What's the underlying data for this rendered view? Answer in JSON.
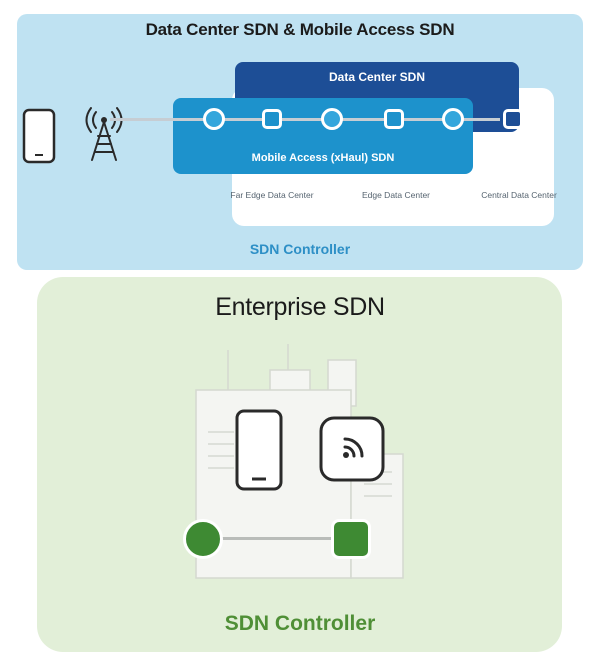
{
  "top": {
    "title": "Data Center SDN & Mobile Access SDN",
    "dc_label": "Data Center SDN",
    "ma_label": "Mobile Access (xHaul) SDN",
    "sites": [
      "Far Edge Data Center",
      "Edge Data Center",
      "Central Data Center"
    ],
    "controller": "SDN Controller",
    "icons": [
      "smartphone-icon",
      "cell-tower-icon"
    ]
  },
  "bottom": {
    "title": "Enterprise SDN",
    "controller": "SDN Controller",
    "icons": [
      "building-icon",
      "smartphone-icon",
      "wifi-access-point-icon"
    ]
  },
  "colors": {
    "top_panel_bg": "#bfe2f2",
    "dc_blue": "#1d4e96",
    "mobile_access_blue": "#1d92cc",
    "top_controller_text": "#2d8fc6",
    "bottom_panel_bg": "#e2efd8",
    "enterprise_green": "#3e8a33",
    "bottom_controller_text": "#4f8f36"
  }
}
